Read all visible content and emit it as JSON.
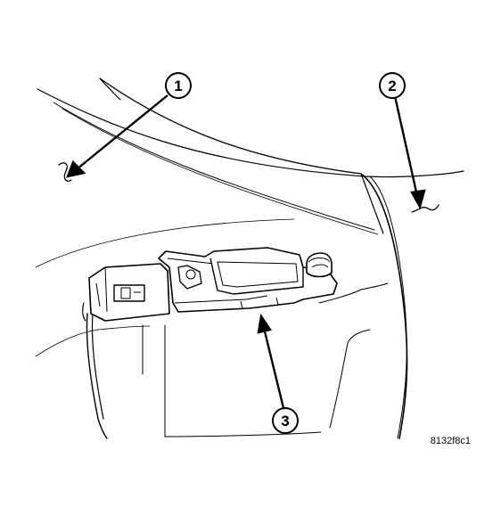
{
  "callouts": [
    {
      "number": "1"
    },
    {
      "number": "2"
    },
    {
      "number": "3"
    }
  ],
  "figure_id": "8132f8c1",
  "colors": {
    "line": "#000000",
    "background": "#ffffff"
  }
}
